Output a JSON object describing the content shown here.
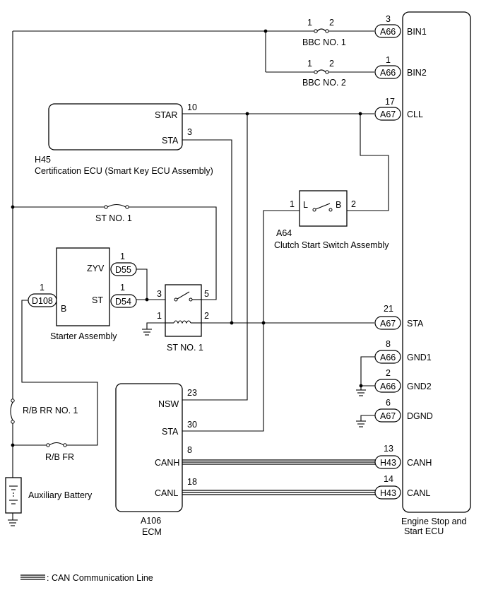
{
  "components": {
    "engine_stop_ecu": {
      "name_line1": "Engine Stop and",
      "name_line2": "Start ECU"
    },
    "cert_ecu": {
      "code": "H45",
      "name": "Certification ECU (Smart Key ECU Assembly)",
      "pin_star": "STAR",
      "pin_sta": "STA",
      "num_star": "10",
      "num_sta": "3"
    },
    "clutch_switch": {
      "code": "A64",
      "name": "Clutch Start Switch Assembly",
      "pin_l": "L",
      "pin_b": "B",
      "num_l": "1",
      "num_b": "2"
    },
    "starter": {
      "name": "Starter Assembly",
      "pin_zyv": "ZYV",
      "pin_st": "ST",
      "pin_b": "B",
      "conn_d55": "D55",
      "conn_d54": "D54",
      "conn_d108": "D108",
      "num_d55": "1",
      "num_d54": "1",
      "num_d108": "1"
    },
    "st_relay": {
      "name": "ST NO. 1",
      "num_3": "3",
      "num_5": "5",
      "num_1": "1",
      "num_2": "2"
    },
    "ecm": {
      "code": "A106",
      "name": "ECM",
      "pin_nsw": "NSW",
      "pin_sta": "STA",
      "pin_canh": "CANH",
      "pin_canl": "CANL",
      "num_nsw": "23",
      "num_sta": "30",
      "num_canh": "8",
      "num_canl": "18"
    },
    "battery": {
      "name": "Auxiliary Battery"
    }
  },
  "fuses": {
    "bbc1": {
      "name": "BBC NO. 1",
      "n1": "1",
      "n2": "2"
    },
    "bbc2": {
      "name": "BBC NO. 2",
      "n1": "1",
      "n2": "2"
    },
    "st1": {
      "name": "ST NO. 1"
    },
    "rbrr1": {
      "name": "R/B RR NO. 1"
    },
    "rbfr": {
      "name": "R/B FR"
    }
  },
  "ecu_pins": [
    {
      "conn": "A66",
      "num": "3",
      "pin": "BIN1"
    },
    {
      "conn": "A66",
      "num": "1",
      "pin": "BIN2"
    },
    {
      "conn": "A67",
      "num": "17",
      "pin": "CLL"
    },
    {
      "conn": "A67",
      "num": "21",
      "pin": "STA"
    },
    {
      "conn": "A66",
      "num": "8",
      "pin": "GND1"
    },
    {
      "conn": "A66",
      "num": "2",
      "pin": "GND2"
    },
    {
      "conn": "A67",
      "num": "6",
      "pin": "DGND"
    },
    {
      "conn": "H43",
      "num": "13",
      "pin": "CANH"
    },
    {
      "conn": "H43",
      "num": "14",
      "pin": "CANL"
    }
  ],
  "legend": {
    "can_label": ": CAN Communication Line"
  }
}
